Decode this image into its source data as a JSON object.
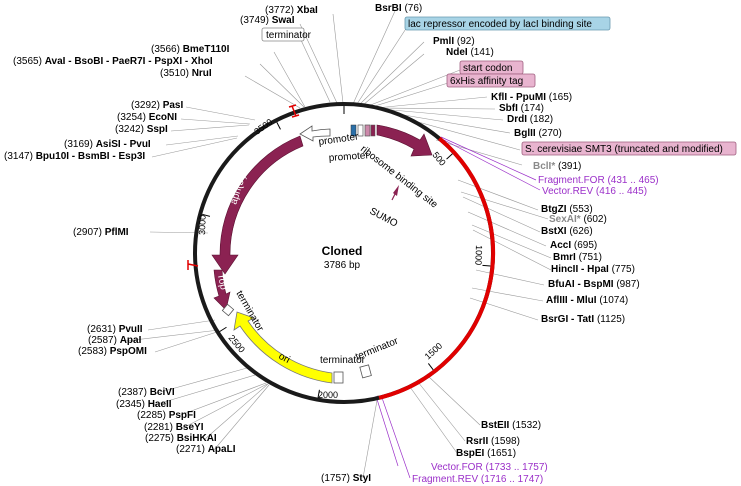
{
  "plasmid": {
    "name": "Cloned",
    "length": "3786 bp"
  },
  "ticks": [
    "500",
    "1000",
    "1500",
    "2000",
    "2500",
    "3000",
    "3500"
  ],
  "features": {
    "promoter_1": "promoter",
    "promoter_2": "promoter",
    "rbs": "ribosome binding site",
    "sumo": "SUMO",
    "aph": "aph(3')-Ia",
    "rop": "rop",
    "terminator_top": "terminator",
    "terminator_left": "terminator",
    "terminator_bottom_1": "terminator",
    "terminator_bottom_2": "terminator",
    "ori": "ori"
  },
  "annotations": {
    "terminator_box": "terminator",
    "lac_box": "lac repressor encoded by lacI binding site",
    "start_codon": "start codon",
    "his_tag": "6xHis affinity tag",
    "smt3": "S. cerevisiae SMT3 (truncated and modified)"
  },
  "sites": {
    "xbaI": {
      "num": "(3772)",
      "name": "XbaI"
    },
    "swaI": {
      "num": "(3749)",
      "name": "SwaI"
    },
    "bsrBI": {
      "name": "BsrBI",
      "num": "(76)"
    },
    "pmlI": {
      "name": "PmlI",
      "num": "(92)"
    },
    "ndeI": {
      "name": "NdeI",
      "num": "(141)"
    },
    "bmeT110I": {
      "num": "(3566)",
      "name": "BmeT110I"
    },
    "ava": {
      "num": "(3565)",
      "name": "AvaI - BsoBI - PaeR7I - PspXI - XhoI"
    },
    "nruI": {
      "num": "(3510)",
      "name": "NruI"
    },
    "pasI": {
      "num": "(3292)",
      "name": "PasI"
    },
    "ecoNI": {
      "num": "(3254)",
      "name": "EcoNI"
    },
    "sspI": {
      "num": "(3242)",
      "name": "SspI"
    },
    "asiSI": {
      "num": "(3169)",
      "name": "AsiSI - PvuI"
    },
    "bpu10I": {
      "num": "(3147)",
      "name": "Bpu10I - BsmBI - Esp3I"
    },
    "pflMI": {
      "num": "(2907)",
      "name": "PflMI"
    },
    "kflI": {
      "name": "KflI - PpuMI",
      "num": "(165)"
    },
    "sbfI": {
      "name": "SbfI",
      "num": "(174)"
    },
    "drdI": {
      "name": "DrdI",
      "num": "(182)"
    },
    "bglII": {
      "name": "BglII",
      "num": "(270)"
    },
    "bclI": {
      "name": "BclI*",
      "num": "(391)"
    },
    "fragFor": {
      "name": "Fragment.FOR",
      "num": "(431 .. 465)"
    },
    "vecRev": {
      "name": "Vector.REV",
      "num": "(416 .. 445)"
    },
    "btgZI": {
      "name": "BtgZI",
      "num": "(553)"
    },
    "sexAI": {
      "name": "SexAI*",
      "num": "(602)"
    },
    "bstXI": {
      "name": "BstXI",
      "num": "(626)"
    },
    "accI": {
      "name": "AccI",
      "num": "(695)"
    },
    "bmrI": {
      "name": "BmrI",
      "num": "(751)"
    },
    "hincII": {
      "name": "HincII - HpaI",
      "num": "(775)"
    },
    "bfuAI": {
      "name": "BfuAI - BspMI",
      "num": "(987)"
    },
    "aflIII": {
      "name": "AflIII - MluI",
      "num": "(1074)"
    },
    "bsrGI": {
      "name": "BsrGI - TatI",
      "num": "(1125)"
    },
    "pvuII": {
      "num": "(2631)",
      "name": "PvuII"
    },
    "apaI": {
      "num": "(2587)",
      "name": "ApaI"
    },
    "pspOMI": {
      "num": "(2583)",
      "name": "PspOMI"
    },
    "bciVI": {
      "num": "(2387)",
      "name": "BciVI"
    },
    "haeII": {
      "num": "(2345)",
      "name": "HaeII"
    },
    "pspFI": {
      "num": "(2285)",
      "name": "PspFI"
    },
    "bseYI": {
      "num": "(2281)",
      "name": "BseYI"
    },
    "bsiHKAI": {
      "num": "(2275)",
      "name": "BsiHKAI"
    },
    "apaLI": {
      "num": "(2271)",
      "name": "ApaLI"
    },
    "bstEII": {
      "name": "BstEII",
      "num": "(1532)"
    },
    "rsrII": {
      "name": "RsrII",
      "num": "(1598)"
    },
    "bspEI": {
      "name": "BspEI",
      "num": "(1651)"
    },
    "vecFor": {
      "name": "Vector.FOR",
      "num": "(1733 .. 1757)"
    },
    "fragRev": {
      "name": "Fragment.REV",
      "num": "(1716 .. 1747)"
    },
    "styI": {
      "num": "(1757)",
      "name": "StyI"
    }
  },
  "colors": {
    "backbone": "#1a1a1a",
    "insert": "#e00000",
    "feature_maroon": "#8b2252",
    "ori_yellow": "#ffff00",
    "lac_box": "#a8d4e6",
    "feature_box": "#e8b4cf",
    "primer": "#9b30c9"
  }
}
